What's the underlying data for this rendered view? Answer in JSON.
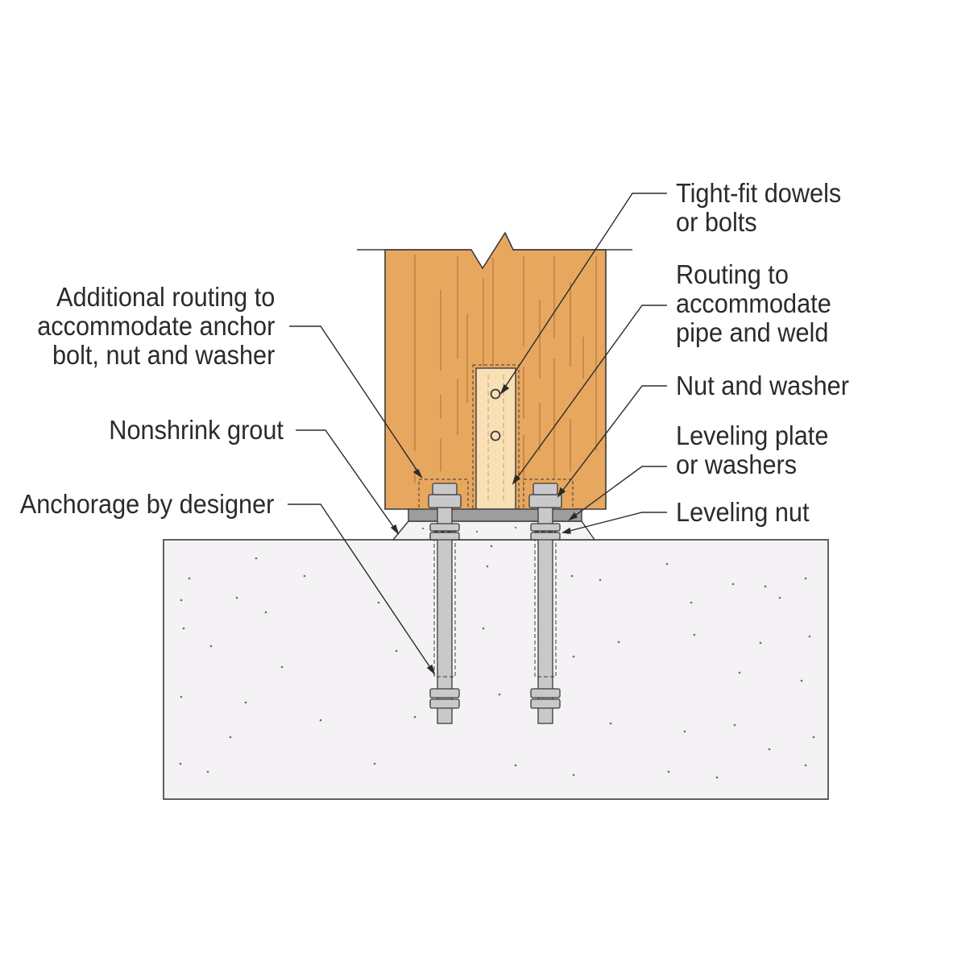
{
  "labels": {
    "tight_fit": [
      "Tight-fit dowels",
      "or bolts"
    ],
    "routing_pipe": [
      "Routing to",
      "accommodate",
      "pipe and weld"
    ],
    "nut_washer": [
      "Nut and washer"
    ],
    "leveling_plate": [
      "Leveling plate",
      "or washers"
    ],
    "leveling_nut": [
      "Leveling nut"
    ],
    "additional_routing": [
      "Additional routing to",
      "accommodate anchor",
      "bolt, nut and washer"
    ],
    "nonshrink_grout": [
      "Nonshrink grout"
    ],
    "anchorage": [
      "Anchorage by designer"
    ]
  },
  "colors": {
    "wood": "#e7a75e",
    "wood_grain": "#b8773a",
    "pipe_insert": "#f8dfb6",
    "concrete": "#f4f2f4",
    "steel": "#c9c9cb",
    "plate": "#9d9d9f",
    "line": "#3a3a3a"
  }
}
